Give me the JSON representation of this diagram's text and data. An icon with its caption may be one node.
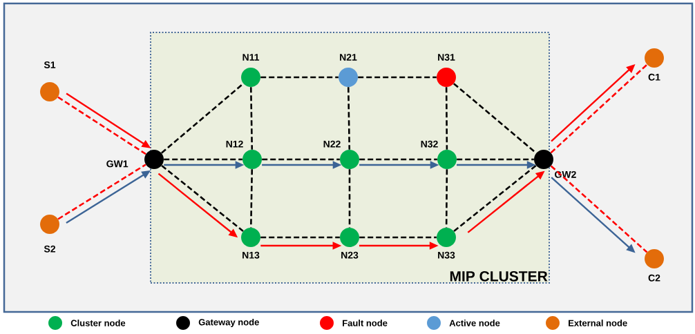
{
  "diagram": {
    "nodes": [
      {
        "text": [
          "MIP CLUSTER"
        ]
      },
      {
        "text": [
          "S1"
        ]
      },
      {
        "text": [
          "S2"
        ]
      },
      {
        "text": [
          "GW1"
        ],
        "in": 0
      },
      {
        "text": [
          "N11"
        ],
        "in": 0
      },
      {
        "text": [
          "N21"
        ],
        "in": 0
      },
      {
        "text": [
          "N31"
        ],
        "in": 0
      },
      {
        "text": [
          "N12"
        ],
        "in": 0
      },
      {
        "text": [
          "N22"
        ],
        "in": 0
      },
      {
        "text": [
          "N32"
        ],
        "in": 0
      },
      {
        "text": [
          "N13"
        ],
        "in": 0
      },
      {
        "text": [
          "N23"
        ],
        "in": 0
      },
      {
        "text": [
          "N33"
        ],
        "in": 0
      },
      {
        "text": [
          "GW2"
        ],
        "in": 0
      },
      {
        "text": [
          "C1"
        ]
      },
      {
        "text": [
          "C2"
        ]
      }
    ],
    "edges": [
      {
        "from": 1,
        "to": 3,
        "arrow": "none",
        "style": "dashed",
        "color": "#ff0000"
      },
      {
        "from": 2,
        "to": 3,
        "arrow": "none",
        "style": "dashed",
        "color": "#ff0000"
      },
      {
        "from": 3,
        "to": 4,
        "arrow": "none",
        "style": "dashed"
      },
      {
        "from": 3,
        "to": 7,
        "arrow": "none",
        "style": "dashed"
      },
      {
        "from": 3,
        "to": 10,
        "arrow": "none",
        "style": "dashed"
      },
      {
        "from": 4,
        "to": 5,
        "arrow": "none",
        "style": "dashed"
      },
      {
        "from": 5,
        "to": 6,
        "arrow": "none",
        "style": "dashed"
      },
      {
        "from": 6,
        "to": 13,
        "arrow": "none",
        "style": "dashed"
      },
      {
        "from": 7,
        "to": 8,
        "arrow": "none",
        "style": "dashed"
      },
      {
        "from": 8,
        "to": 9,
        "arrow": "none",
        "style": "dashed"
      },
      {
        "from": 9,
        "to": 13,
        "arrow": "none",
        "style": "dashed"
      },
      {
        "from": 10,
        "to": 11,
        "arrow": "none",
        "style": "dashed"
      },
      {
        "from": 11,
        "to": 12,
        "arrow": "none",
        "style": "dashed"
      },
      {
        "from": 12,
        "to": 13,
        "arrow": "none",
        "style": "dashed"
      },
      {
        "from": 4,
        "to": 7,
        "arrow": "none",
        "style": "dashed"
      },
      {
        "from": 7,
        "to": 10,
        "arrow": "none",
        "style": "dashed"
      },
      {
        "from": 5,
        "to": 8,
        "arrow": "none",
        "style": "dashed"
      },
      {
        "from": 8,
        "to": 11,
        "arrow": "none",
        "style": "dashed"
      },
      {
        "from": 6,
        "to": 9,
        "arrow": "none",
        "style": "dashed"
      },
      {
        "from": 9,
        "to": 12,
        "arrow": "none",
        "style": "dashed"
      },
      {
        "from": 13,
        "to": 14,
        "arrow": "none",
        "style": "dashed",
        "color": "#ff0000"
      },
      {
        "from": 13,
        "to": 15,
        "arrow": "none",
        "style": "dashed",
        "color": "#ff0000"
      },
      {
        "from": 1,
        "to": 3,
        "arrow": "to",
        "color": "#ff0000"
      },
      {
        "from": 2,
        "to": 3,
        "arrow": "to",
        "color": "#3c6496"
      },
      {
        "from": 3,
        "to": 7,
        "arrow": "to",
        "color": "#3c6496"
      },
      {
        "from": 7,
        "to": 8,
        "arrow": "to",
        "color": "#3c6496"
      },
      {
        "from": 8,
        "to": 9,
        "arrow": "to",
        "color": "#3c6496"
      },
      {
        "from": 9,
        "to": 13,
        "arrow": "to",
        "color": "#3c6496"
      },
      {
        "from": 13,
        "to": 15,
        "arrow": "to",
        "color": "#3c6496"
      },
      {
        "from": 3,
        "to": 10,
        "arrow": "to",
        "color": "#ff0000"
      },
      {
        "from": 10,
        "to": 11,
        "arrow": "to",
        "color": "#ff0000"
      },
      {
        "from": 11,
        "to": 12,
        "arrow": "to",
        "color": "#ff0000"
      },
      {
        "from": 12,
        "to": 13,
        "arrow": "to",
        "color": "#ff0000"
      },
      {
        "from": 13,
        "to": 14,
        "arrow": "to",
        "color": "#ff0000"
      }
    ],
    "legend": [
      {
        "text": "Cluster node",
        "color": "#00b050"
      },
      {
        "text": "Gateway node",
        "color": "#000000"
      },
      {
        "text": "Fault node",
        "color": "#ff0000"
      },
      {
        "text": "Active node",
        "color": "#5b9bd5"
      },
      {
        "text": "External node",
        "color": "#e36c0a"
      }
    ]
  }
}
